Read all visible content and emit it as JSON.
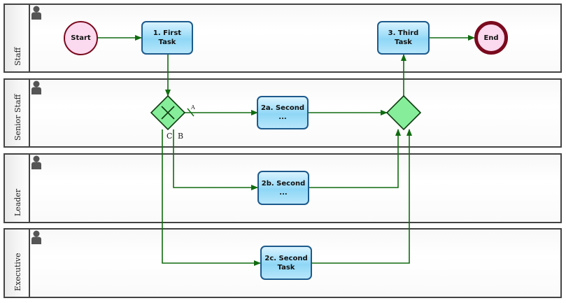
{
  "lanes": [
    {
      "key": "staff",
      "label": "Staff"
    },
    {
      "key": "senior",
      "label": "Senior Staff"
    },
    {
      "key": "leader",
      "label": "Leader"
    },
    {
      "key": "executive",
      "label": "Executive"
    }
  ],
  "events": {
    "start": "Start",
    "end": "End"
  },
  "tasks": {
    "t1": "1. First Task",
    "t2a": "2a. Second ...",
    "t2b": "2b. Second ...",
    "t2c": "2c. Second Task",
    "t3": "3. Third Task"
  },
  "flow_labels": {
    "a": "A",
    "b": "B",
    "c": "C"
  },
  "colors": {
    "flow": "#106b10",
    "task_border": "#1d5a8c",
    "gateway_fill": "#86ee9a",
    "event_fill": "#fbd9ef",
    "end_ring": "#7a0a1e"
  }
}
